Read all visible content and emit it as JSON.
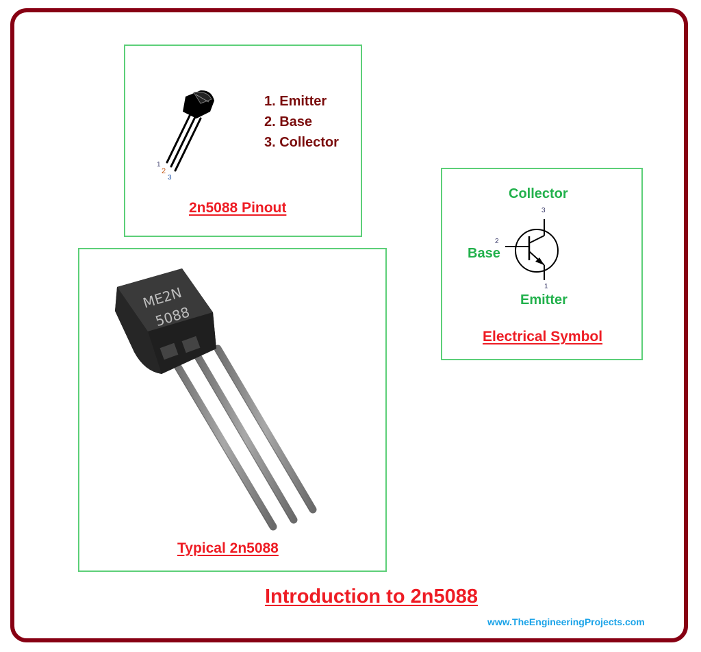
{
  "title": "Introduction to 2n5088",
  "watermark": "www.TheEngineeringProjects.com",
  "colors": {
    "frame_border": "#870013",
    "box_border": "#5ccf78",
    "caption_red": "#ee1c24",
    "pin_list_text": "#7a0c0c",
    "symbol_label_green": "#22b14c",
    "watermark_blue": "#1aa3e8"
  },
  "pinout_panel": {
    "caption": "2n5088 Pinout",
    "pin_numbers": [
      "1",
      "2",
      "3"
    ],
    "pins": [
      {
        "label": "1. Emitter"
      },
      {
        "label": "2. Base"
      },
      {
        "label": "3. Collector"
      }
    ]
  },
  "symbol_panel": {
    "caption": "Electrical Symbol",
    "collector_label": "Collector",
    "base_label": "Base",
    "emitter_label": "Emitter",
    "collector_pin": "3",
    "base_pin": "2",
    "emitter_pin": "1"
  },
  "photo_panel": {
    "caption": "Typical 2n5088",
    "marking_line1": "ME2N",
    "marking_line2": "5088"
  }
}
